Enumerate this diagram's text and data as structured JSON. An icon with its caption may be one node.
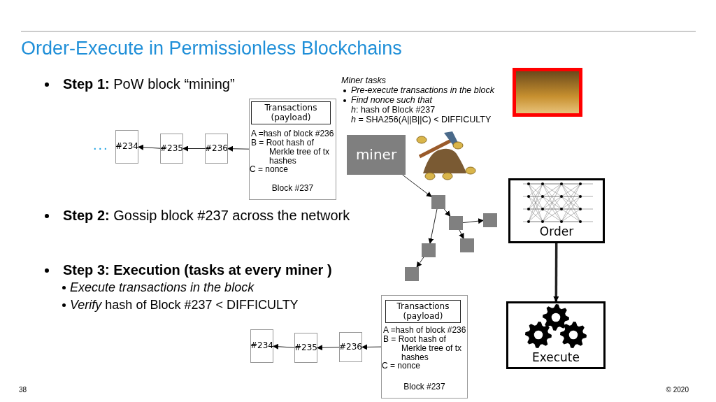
{
  "diagram": {
    "title": "Order-Execute in Permissionless Blockchains",
    "nodes": [
      {
        "text": [
          "A =hash of block #236",
          "B = Root hash of Merkle tree of tx hashes",
          "C = nonce",
          "Block #237"
        ]
      },
      {
        "text": [
          "Transactions (payload)"
        ],
        "in": 0
      },
      {
        "text": [
          "#236"
        ]
      },
      {
        "text": [
          "#235"
        ]
      },
      {
        "text": [
          "#234"
        ],
        "beside": [
          "..."
        ]
      },
      {
        "text": [
          "miner"
        ]
      },
      {
        "text": [],
        "shape": "box"
      },
      {
        "text": [],
        "shape": "box"
      },
      {
        "text": [],
        "shape": "box"
      },
      {
        "text": [],
        "shape": "box"
      },
      {
        "text": [],
        "shape": "box"
      },
      {
        "text": [],
        "shape": "box"
      },
      {
        "text": [
          "Order"
        ]
      },
      {
        "text": [
          "Execute"
        ]
      },
      {
        "text": [
          "A =hash of block #236",
          "B = Root hash of Merkle tree of tx hashes",
          "C = nonce",
          "Block #237"
        ]
      },
      {
        "text": [
          "Transactions (payload)"
        ],
        "in": 14
      },
      {
        "text": [
          "#236"
        ]
      },
      {
        "text": [
          "#235"
        ]
      },
      {
        "text": [
          "#234"
        ]
      }
    ],
    "edges": [
      {
        "from": 0,
        "to": 2,
        "arrow": "to"
      },
      {
        "from": 2,
        "to": 3,
        "arrow": "to"
      },
      {
        "from": 3,
        "to": 4,
        "arrow": "to"
      },
      {
        "from": 5,
        "to": 6,
        "arrow": "to"
      },
      {
        "from": 6,
        "to": 7,
        "arrow": "to"
      },
      {
        "from": 6,
        "to": 10,
        "arrow": "to"
      },
      {
        "from": 7,
        "to": 8,
        "arrow": "to"
      },
      {
        "from": 7,
        "to": 9,
        "arrow": "to"
      },
      {
        "from": 10,
        "to": 11,
        "arrow": "to"
      },
      {
        "from": 12,
        "to": 13,
        "arrow": "to",
        "style": "thick"
      },
      {
        "from": 14,
        "to": 16,
        "arrow": "to"
      },
      {
        "from": 16,
        "to": 17,
        "arrow": "to"
      },
      {
        "from": 17,
        "to": 18,
        "arrow": "to"
      }
    ],
    "labels": [
      "**Step 1:** PoW block “mining”",
      "Miner tasks",
      "Pre-execute transactions in the block",
      "Find nonce such that",
      "*h*: hash of Block #237",
      "*h* = SHA256(A||B||C) < DIFFICULTY",
      "**Step 2:** Gossip block #237 across the network",
      "Step 3: Execution (tasks at every miner )",
      "Execute transactions in the block",
      "*Verify* hash of Block #237 < DIFFICULTY",
      "38",
      "© 2020"
    ]
  }
}
